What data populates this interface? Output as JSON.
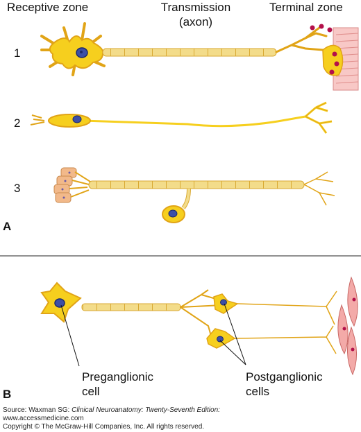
{
  "panel_a": {
    "letter": "A",
    "headers": {
      "receptive": "Receptive zone",
      "transmission_1": "Transmission",
      "transmission_2": "(axon)",
      "terminal": "Terminal zone"
    },
    "rows": [
      {
        "number": "1"
      },
      {
        "number": "2"
      },
      {
        "number": "3"
      }
    ]
  },
  "panel_b": {
    "letter": "B",
    "preganglionic": {
      "line1": "Preganglionic",
      "line2": "cell"
    },
    "postganglionic": {
      "line1": "Postganglionic",
      "line2": "cells"
    }
  },
  "source": {
    "prefix": "Source: Waxman SG: ",
    "book_title": "Clinical Neuroanatomy: Twenty-Seventh Edition:",
    "url": "www.accessmedicine.com",
    "copyright": "Copyright © The McGraw-Hill Companies, Inc. All rights reserved."
  },
  "colors": {
    "cell_fill": "#f6cf1e",
    "cell_outline": "#e1a417",
    "nucleus": "#3c4fa6",
    "axon": "#f3dc8a",
    "muscle": "#f3aaa8",
    "terminal_dot": "#b3104a"
  }
}
